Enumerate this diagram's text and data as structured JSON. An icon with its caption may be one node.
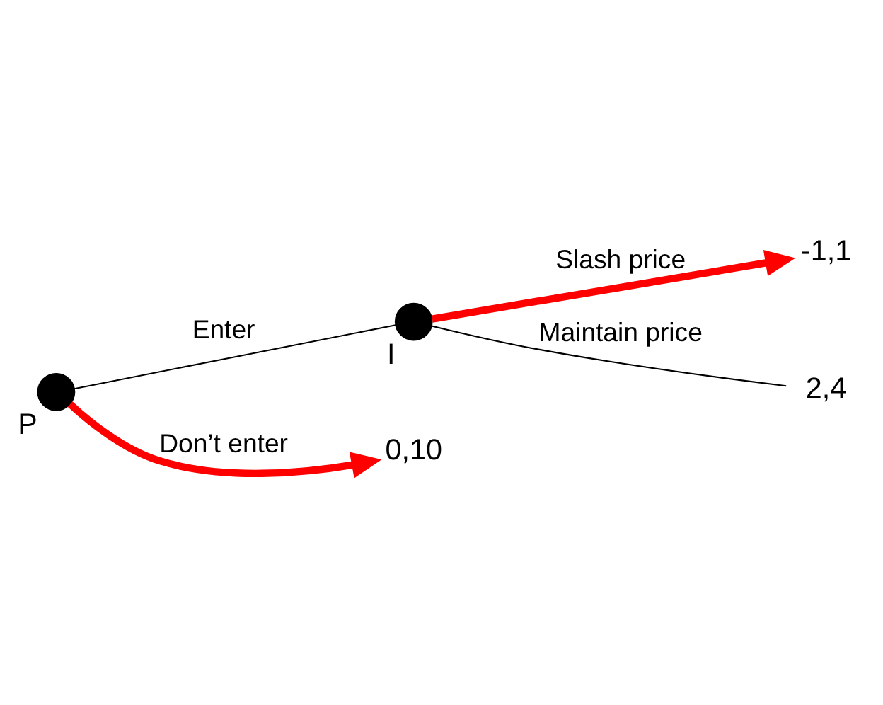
{
  "diagram": {
    "nodes": [
      {
        "text": [],
        "shape": "circle",
        "beside": [
          "P"
        ]
      },
      {
        "text": [],
        "shape": "circle",
        "beside": [
          "I"
        ]
      },
      {
        "text": [
          "-1,1"
        ]
      },
      {
        "text": [
          "2,4"
        ]
      },
      {
        "text": [
          "0,10"
        ]
      }
    ],
    "edges": [
      {
        "from": 0,
        "to": 1,
        "arrow": "none",
        "label": "Enter"
      },
      {
        "from": 1,
        "to": 2,
        "arrow": "to",
        "label": "Slash price",
        "style": "thick",
        "color": "#ff0000"
      },
      {
        "from": 1,
        "to": 3,
        "arrow": "none",
        "label": "Maintain price"
      },
      {
        "from": 0,
        "to": 4,
        "arrow": "to",
        "label": "Don’t enter",
        "style": "thick",
        "color": "#ff0000"
      }
    ]
  }
}
